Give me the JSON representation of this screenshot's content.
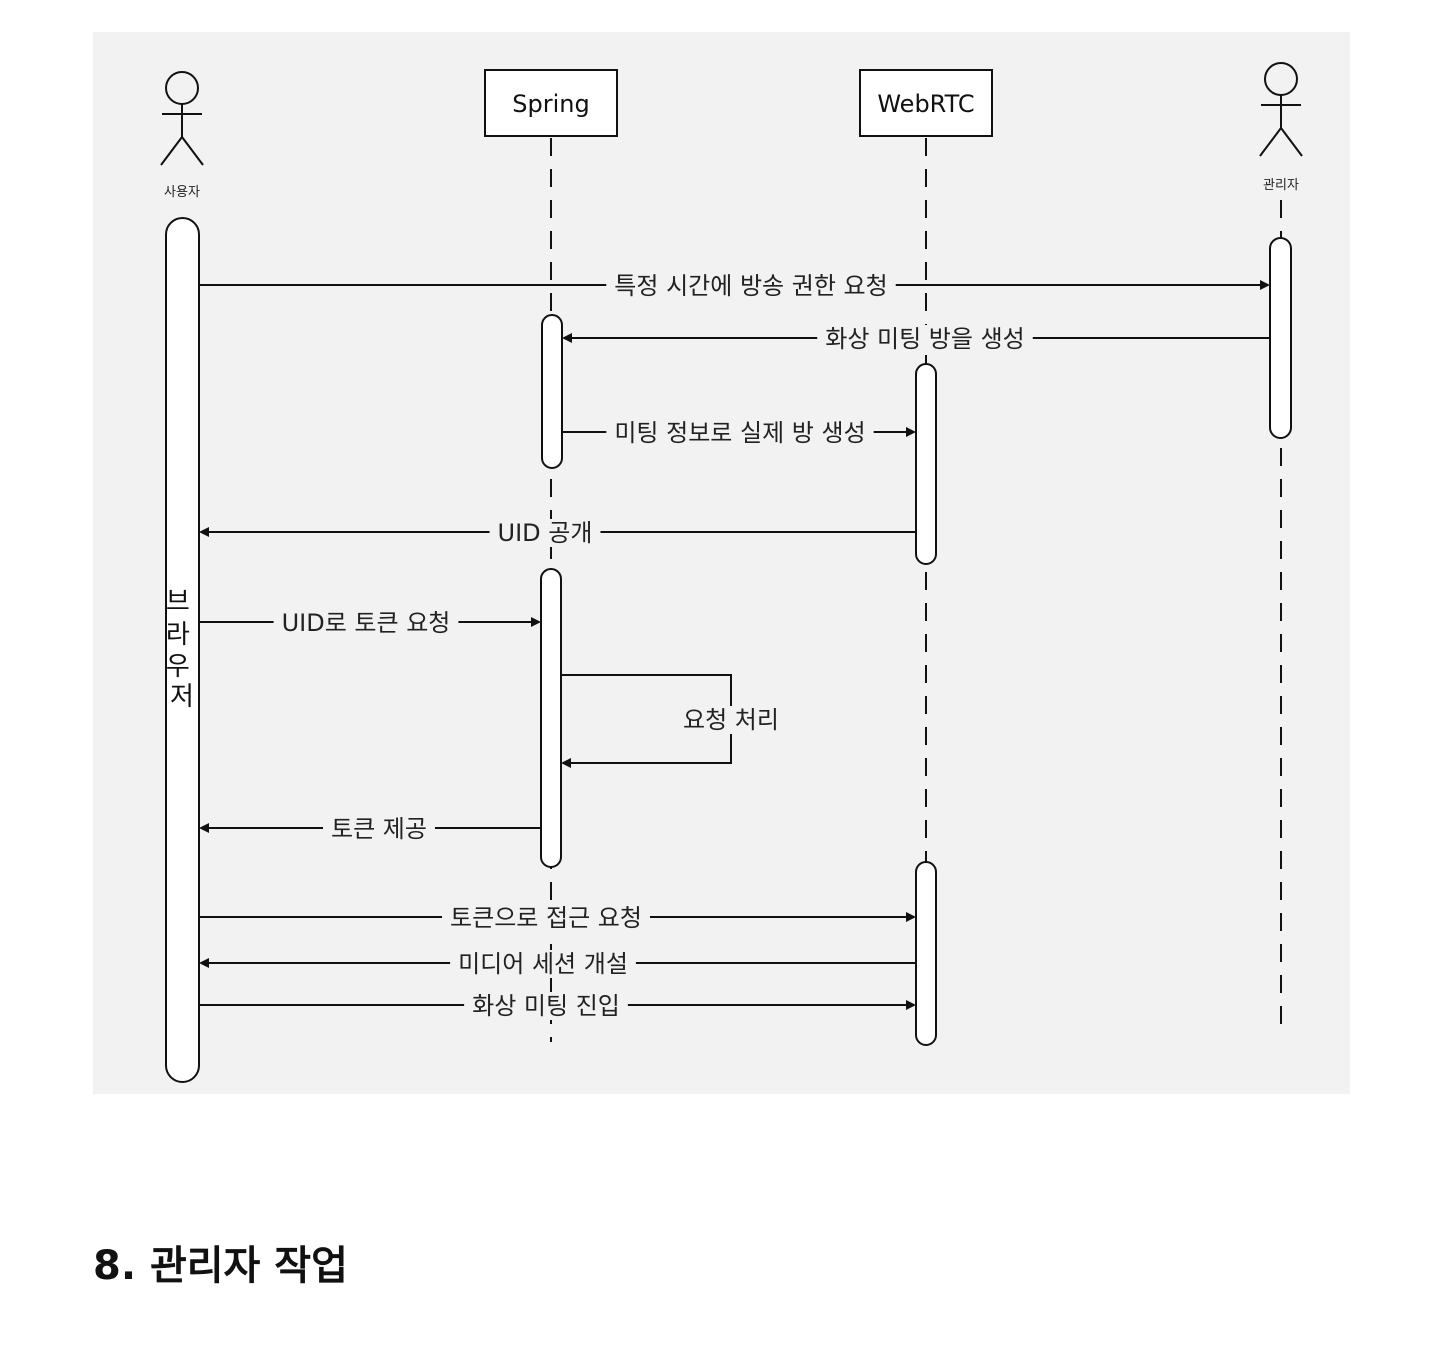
{
  "diagram": {
    "type": "sequence",
    "colors": {
      "background": "#f2f2f2",
      "line": "#111111",
      "activation_fill": "#ffffff"
    },
    "participants": {
      "user": {
        "label": "사용자",
        "kind": "actor"
      },
      "spring": {
        "label": "Spring",
        "kind": "box"
      },
      "webrtc": {
        "label": "WebRTC",
        "kind": "box"
      },
      "admin": {
        "label": "관리자",
        "kind": "actor"
      }
    },
    "user_bar_label": "브라우저",
    "messages": [
      {
        "text": "특정 시간에 방송 권한 요청",
        "from": "user",
        "to": "admin"
      },
      {
        "text": "화상 미팅 방을 생성",
        "from": "admin",
        "to": "spring"
      },
      {
        "text": "미팅 정보로 실제 방 생성",
        "from": "spring",
        "to": "webrtc"
      },
      {
        "text": "UID 공개",
        "from": "webrtc",
        "to": "user"
      },
      {
        "text": "UID로 토큰 요청",
        "from": "user",
        "to": "spring"
      },
      {
        "text": "요청 처리",
        "from": "spring",
        "to": "spring"
      },
      {
        "text": "토큰 제공",
        "from": "spring",
        "to": "user"
      },
      {
        "text": "토큰으로 접근 요청",
        "from": "user",
        "to": "webrtc"
      },
      {
        "text": "미디어 세션 개설",
        "from": "webrtc",
        "to": "user"
      },
      {
        "text": "화상 미팅 진입",
        "from": "user",
        "to": "webrtc"
      }
    ]
  },
  "section": {
    "heading": "8. 관리자 작업"
  }
}
